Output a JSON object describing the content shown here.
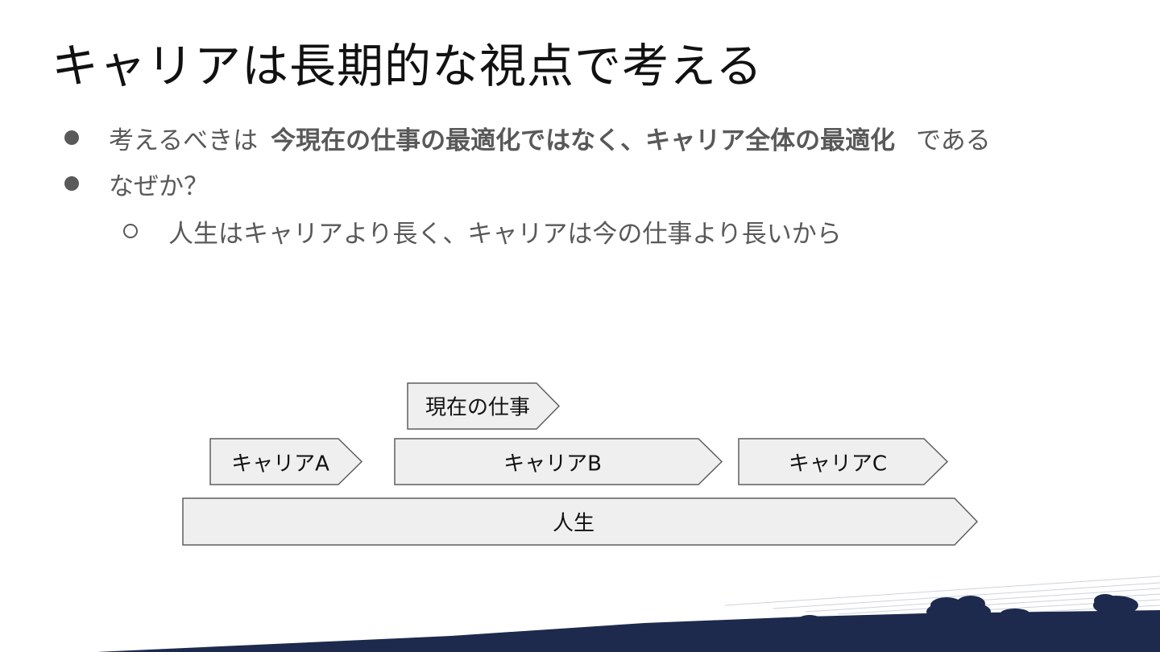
{
  "title": "キャリアは長期的な視点で考える",
  "bullets": [
    {
      "prefix": "考えるべきは",
      "emphasis": "今現在の仕事の最適化ではなく、キャリア全体の最適化",
      "suffix": "である"
    },
    {
      "text": "なぜか？"
    }
  ],
  "sub_bullets": [
    {
      "text": "人生はキャリアより長く、キャリアは今の仕事より長いから"
    }
  ],
  "diagram": {
    "current_job": "現在の仕事",
    "career_a": "キャリアA",
    "career_b": "キャリアB",
    "career_c": "キャリアC",
    "life": "人生",
    "shape_fill": "#efefef",
    "shape_stroke": "#5f5f5f"
  },
  "colors": {
    "title": "#111111",
    "body_text": "#595959",
    "scenery": "#1d2a4d"
  }
}
